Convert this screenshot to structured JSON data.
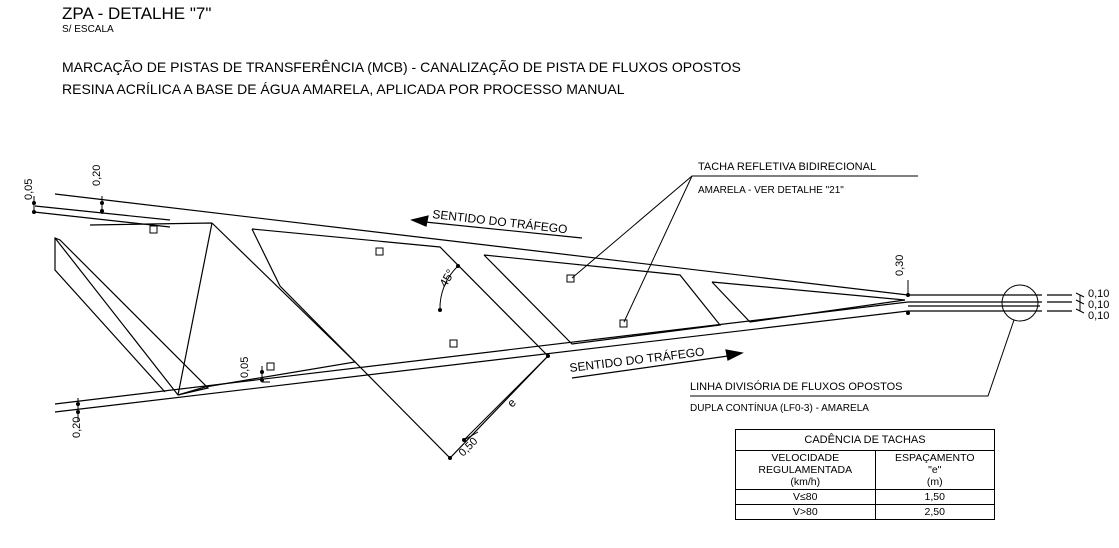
{
  "header": {
    "title": "ZPA - DETALHE \"7\"",
    "scale": "S/ ESCALA",
    "line1": "MARCAÇÃO DE PISTAS DE TRANSFERÊNCIA (MCB) - CANALIZAÇÃO DE PISTA DE FLUXOS OPOSTOS",
    "line2": "RESINA ACRÍLICA A BASE DE ÁGUA AMARELA, APLICADA POR PROCESSO MANUAL"
  },
  "drawing": {
    "traffic_label_top": "SENTIDO DO TRÁFEGO",
    "traffic_label_bottom": "SENTIDO DO TRÁFEGO",
    "callout_tacha_1": "TACHA REFLETIVA BIDIRECIONAL",
    "callout_tacha_2": "AMARELA - VER DETALHE \"21\"",
    "callout_line_1": "LINHA DIVISÓRIA DE FLUXOS OPOSTOS",
    "callout_line_2": "DUPLA CONTÍNUA (LF0-3) - AMARELA",
    "dim_005_top": "0,05",
    "dim_020_top": "0,20",
    "dim_005_mid": "0,05",
    "dim_020_bottom": "0,20",
    "dim_050": "0,50",
    "dim_030": "0,30",
    "dim_right_1": "0,10",
    "dim_right_2": "0,10",
    "dim_right_3": "0,10",
    "angle": "45°",
    "spacing_symbol": "e"
  },
  "table": {
    "title": "CADÊNCIA DE TACHAS",
    "col1_l1": "VELOCIDADE",
    "col1_l2": "REGULAMENTADA",
    "col1_l3": "(km/h)",
    "col2_l1": "ESPAÇAMENTO",
    "col2_l2": "\"e\"",
    "col2_l3": "(m)",
    "rows": [
      {
        "speed": "V≤80",
        "spacing": "1,50"
      },
      {
        "speed": "V>80",
        "spacing": "2,50"
      }
    ]
  }
}
